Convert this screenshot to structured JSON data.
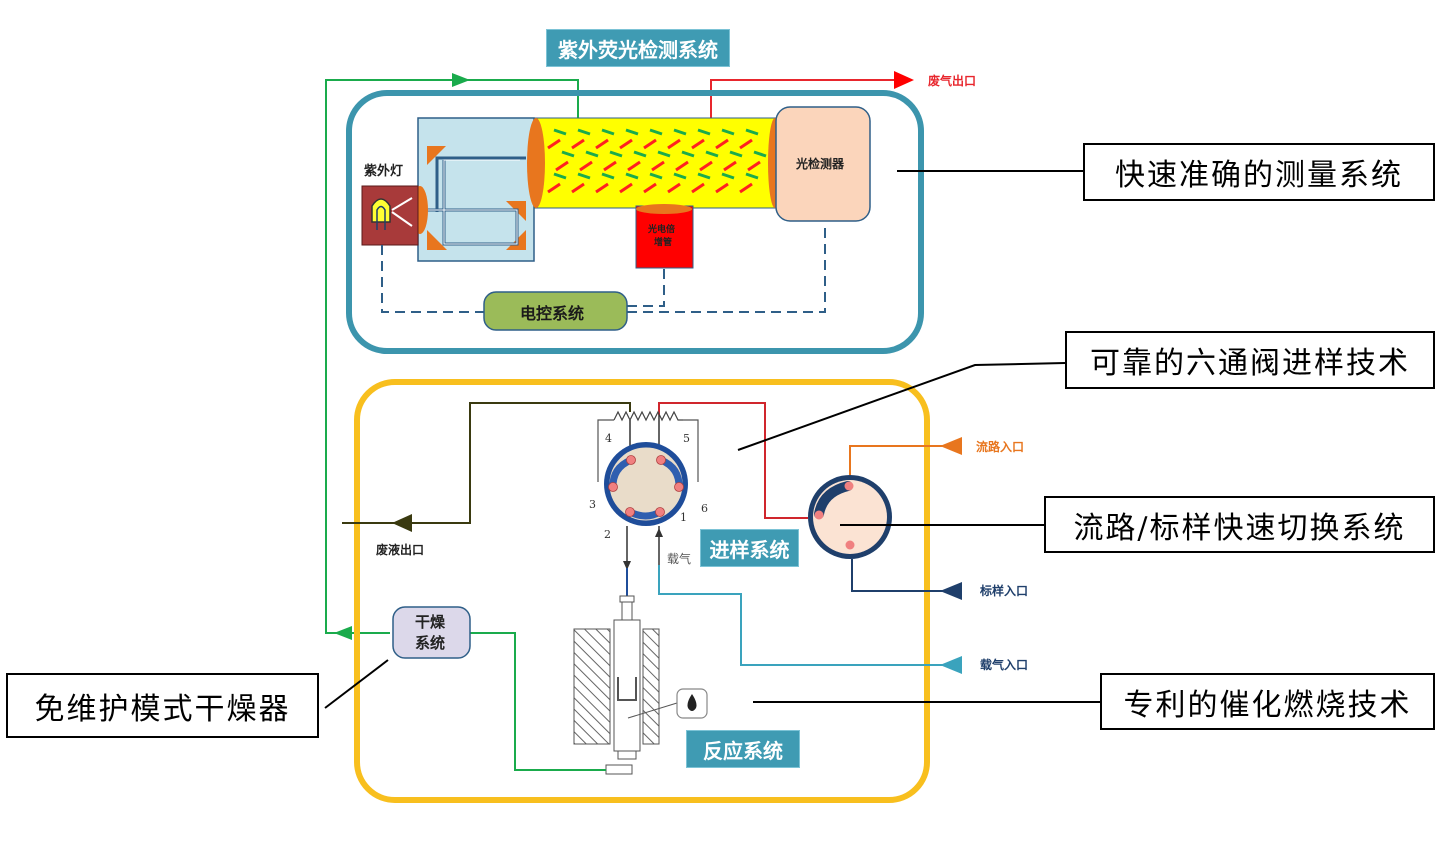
{
  "title": "紫外荧光检测系统",
  "detection_system": {
    "uv_lamp_label": "紫外灯",
    "photodetector_label": "光检测器",
    "pmt_label_line1": "光电倍",
    "pmt_label_line2": "增管",
    "control_label": "电控系统",
    "exhaust_gas_label": "废气出口"
  },
  "sampling_system": {
    "tag": "进样系统",
    "waste_liquid_label": "废液出口",
    "carrier_gas_label": "载气",
    "valve_ports": [
      "1",
      "2",
      "3",
      "4",
      "5",
      "6"
    ],
    "flowpath_inlet_label": "流路入口",
    "standard_inlet_label": "标样入口",
    "carrier_inlet_label": "载气入口"
  },
  "reaction_system": {
    "tag": "反应系统",
    "dryer_line1": "干燥",
    "dryer_line2": "系统"
  },
  "callouts": {
    "measurement": "快速准确的测量系统",
    "six_port_valve": "可靠的六通阀进样技术",
    "switching": "流路/标样快速切换系统",
    "combustion": "专利的催化燃烧技术",
    "dryer": "免维护模式干燥器"
  },
  "colors": {
    "detection_frame": "#3c95ad",
    "reaction_frame": "#f8bf1e",
    "tag_bg": "#3f9bb3",
    "cell_yellow": "#ffff00",
    "pmt_red": "#ff0000",
    "lamp_box": "#a83a3a",
    "control_green": "#9bbb59",
    "green_line": "#1aab4c",
    "red_line": "#e8262d",
    "orange_line": "#e8761e",
    "navy_line": "#1f3f6b",
    "cyan_line": "#3aa3bd",
    "olive_line": "#3a3a10"
  }
}
